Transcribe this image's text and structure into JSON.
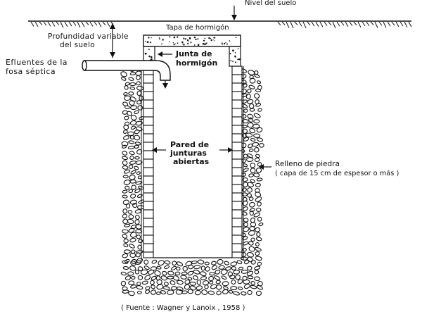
{
  "labels": {
    "ground_level": "Nivel del suelo",
    "concrete_cover": "Tapa de hormigón",
    "depth_line1": "Profundidad variable",
    "depth_line2": "del suelo",
    "effluent_line1": "Efluentes de la",
    "effluent_line2": "fosa séptica",
    "joint_line1": "Junta de",
    "joint_line2": "hormigón",
    "wall_line1": "Pared de",
    "wall_line2": "junturas",
    "wall_line3": "abiertas",
    "fill_line1": "Relleno de piedra",
    "fill_line2": "( capa de 15 cm de espesor o más )",
    "source": "( Fuente :  Wagner y Lanoix , 1958 )"
  }
}
